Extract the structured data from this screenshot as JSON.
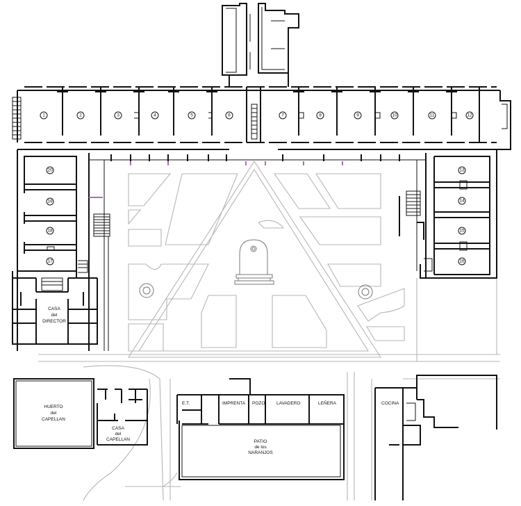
{
  "plan": {
    "rooms_north": [
      "1",
      "2",
      "3",
      "4",
      "5",
      "6",
      "7",
      "8",
      "9",
      "10",
      "11",
      "12"
    ],
    "rooms_west": [
      "20",
      "19",
      "18",
      "17"
    ],
    "rooms_east": [
      "13",
      "14",
      "15",
      "16"
    ],
    "casa_director": [
      "CASA",
      "del",
      "DIRECTOR"
    ],
    "huerto": [
      "HUERTO",
      "del",
      "CAPELLAN"
    ],
    "casa_capellan": [
      "CASA",
      "del",
      "CAPELLAN"
    ],
    "service_rooms": [
      "E.T.",
      "IMPRENTA",
      "POZO",
      "LAVADERO",
      "LEÑERA"
    ],
    "patio": [
      "PATIO",
      "de los",
      "NARANJOS"
    ],
    "cocina": "COCINA"
  }
}
